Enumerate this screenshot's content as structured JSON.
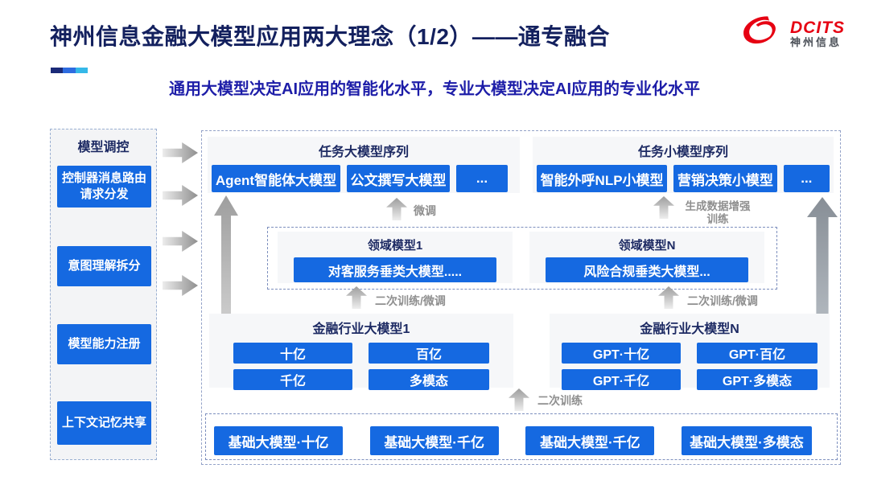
{
  "header": {
    "title": "神州信息金融大模型应用两大理念（1/2）——通专融合",
    "subtitle": "通用大模型决定AI应用的智能化水平，专业大模型决定AI应用的专业化水平",
    "logo_brand": "DCITS",
    "logo_brand_cn": "神州信息"
  },
  "sidebar": {
    "title": "模型调控",
    "items": [
      {
        "label": "控制器消息路由请求分发"
      },
      {
        "label": "意图理解拆分"
      },
      {
        "label": "模型能力注册"
      },
      {
        "label": "上下文记忆共享"
      }
    ]
  },
  "groups": {
    "task_large": {
      "title": "任务大模型序列",
      "items": [
        "Agent智能体大模型",
        "公文撰写大模型",
        "..."
      ]
    },
    "task_small": {
      "title": "任务小模型序列",
      "items": [
        "智能外呼NLP小模型",
        "营销决策小模型",
        "..."
      ]
    },
    "domain_1": {
      "title": "领域模型1",
      "item": "对客服务垂类大模型....."
    },
    "domain_n": {
      "title": "领域模型N",
      "item": "风险合规垂类大模型..."
    },
    "industry_1": {
      "title": "金融行业大模型1",
      "items": [
        "十亿",
        "百亿",
        "千亿",
        "多模态"
      ]
    },
    "industry_n": {
      "title": "金融行业大模型N",
      "items": [
        "GPT·十亿",
        "GPT·百亿",
        "GPT·千亿",
        "GPT·多模态"
      ]
    },
    "base": {
      "items": [
        "基础大模型·十亿",
        "基础大模型·千亿",
        "基础大模型·千亿",
        "基础大模型·多模态"
      ]
    }
  },
  "flow_labels": {
    "finetune": "微调",
    "gen_data_augment": "生成数据增强\n训练",
    "secondary_train_finetune_left": "二次训练/微调",
    "secondary_train_finetune_right": "二次训练/微调",
    "secondary_train": "二次训练"
  },
  "colors": {
    "accent_blue_button": "#1569e1",
    "title_navy": "#13205e",
    "subtitle_blue": "#1d1da8",
    "logo_red": "#e60012"
  }
}
